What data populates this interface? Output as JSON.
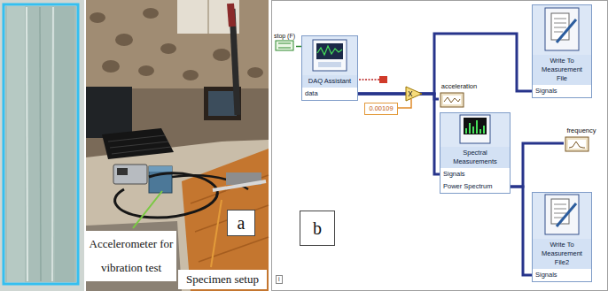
{
  "diagram": {
    "nodes": [
      {
        "text": [
          "Accelerometer for vibration test"
        ]
      },
      {
        "text": [
          "Specimen setup"
        ]
      },
      {
        "text": [
          "a"
        ]
      },
      {
        "text": [
          "stop (F)"
        ]
      },
      {
        "text": [
          "DAQ Assistant",
          "data"
        ]
      },
      {
        "text": [
          "0.00109"
        ]
      },
      {
        "text": [
          "acceleration"
        ]
      },
      {
        "text": [
          "Write To Measurement File",
          "Signals"
        ]
      },
      {
        "text": [
          "Spectral Measurements",
          "Signals",
          "Power Spectrum"
        ]
      },
      {
        "text": [
          "frequency"
        ]
      },
      {
        "text": [
          "Write To Measurement File2",
          "Signals"
        ]
      },
      {
        "text": [
          "b"
        ]
      }
    ],
    "edges": [
      {
        "from": 3,
        "to": 4,
        "arrow": "none"
      },
      {
        "from": 4,
        "to": 6,
        "arrow": "none"
      },
      {
        "from": 4,
        "to": 7,
        "arrow": "none"
      },
      {
        "from": 4,
        "to": 8,
        "arrow": "none"
      },
      {
        "from": 8,
        "to": 9,
        "arrow": "none"
      },
      {
        "from": 8,
        "to": 10,
        "arrow": "none"
      }
    ],
    "labels": [
      "i"
    ]
  }
}
